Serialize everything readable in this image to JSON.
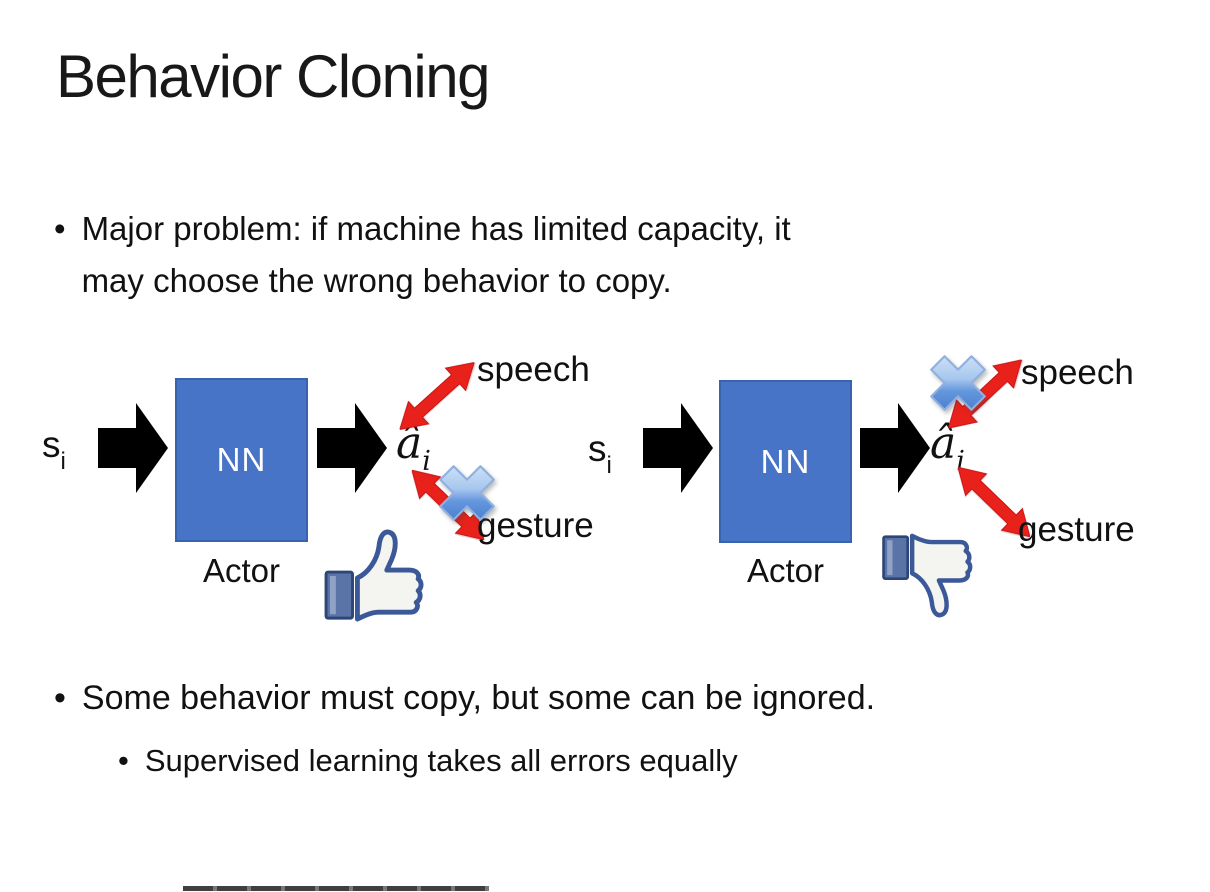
{
  "slide": {
    "title": "Behavior Cloning",
    "bullet_char": "•",
    "bullets": {
      "b1_lines": [
        "Major problem: if machine has limited capacity, it",
        "may choose the wrong behavior to copy."
      ],
      "b2": "Some behavior must copy, but some can be ignored.",
      "b2_sub": "Supervised learning takes all errors equally"
    },
    "diagram": {
      "input_label": "s",
      "input_subscript": "i",
      "nn_label": "NN",
      "actor_label": "Actor",
      "output_label": "â",
      "output_subscript": "i",
      "speech_label": "speech",
      "gesture_label": "gesture"
    },
    "icons": {
      "left_feedback": "thumbs-up-icon",
      "right_feedback": "thumbs-down-icon",
      "left_crossed_out": "gesture",
      "right_crossed_out": "speech",
      "cross": "cross-out-icon",
      "flow_arrow": "block-arrow-icon",
      "relation_arrow": "red-double-arrow-icon"
    },
    "colors": {
      "background": "#FFFFFF",
      "text": "#111111",
      "nn_fill": "#4774C6",
      "nn_border": "#3A63AF",
      "nn_text": "#FFFFFF",
      "block_arrow": "#000000",
      "red_arrow": "#E8211A",
      "cross_light": "#DDEBFA",
      "cross_dark": "#3C70C3",
      "thumb_outline": "#3B5998",
      "thumb_cuff": "#5B74A8",
      "thumb_hand": "#F4F4F0"
    }
  }
}
